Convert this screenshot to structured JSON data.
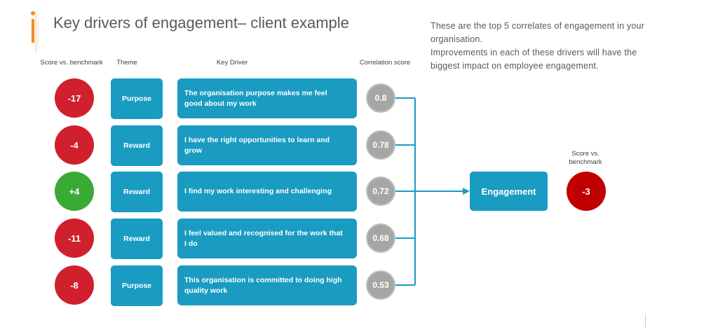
{
  "title": "Key drivers of engagement– client example",
  "intro": {
    "line1": "These are the top 5 correlates of engagement in your organisation.",
    "line2": "Improvements in each of these drivers will have the biggest impact on employee engagement."
  },
  "headers": {
    "score": "Score vs. benchmark",
    "theme": "Theme",
    "driver": "Key Driver",
    "correlation": "Correlation score"
  },
  "rows": [
    {
      "score": "-17",
      "score_color": "#d0202e",
      "theme": "Purpose",
      "driver": "The organisation purpose  makes me feel   good about my work",
      "correlation": "0.8"
    },
    {
      "score": "-4",
      "score_color": "#d0202e",
      "theme": "Reward",
      "driver": "I have the right opportunities to learn and grow",
      "correlation": "0.78"
    },
    {
      "score": "+4",
      "score_color": "#3aaa35",
      "theme": "Reward",
      "driver": "I find my work interesting and challenging",
      "correlation": "0.72"
    },
    {
      "score": "-11",
      "score_color": "#d0202e",
      "theme": "Reward",
      "driver": "I feel valued and recognised for the work that   I do",
      "correlation": "0.68"
    },
    {
      "score": "-8",
      "score_color": "#d0202e",
      "theme": "Purpose",
      "driver": "This organisation is committed to doing high quality work",
      "correlation": "0.53"
    }
  ],
  "engagement": {
    "label": "Engagement",
    "score_label": "Score vs. benchmark",
    "score": "-3",
    "score_color": "#c00000"
  },
  "colors": {
    "accent": "#1a9bc2",
    "connector": "#1a9bc2",
    "correlation_circle": "#a6a6a6"
  }
}
